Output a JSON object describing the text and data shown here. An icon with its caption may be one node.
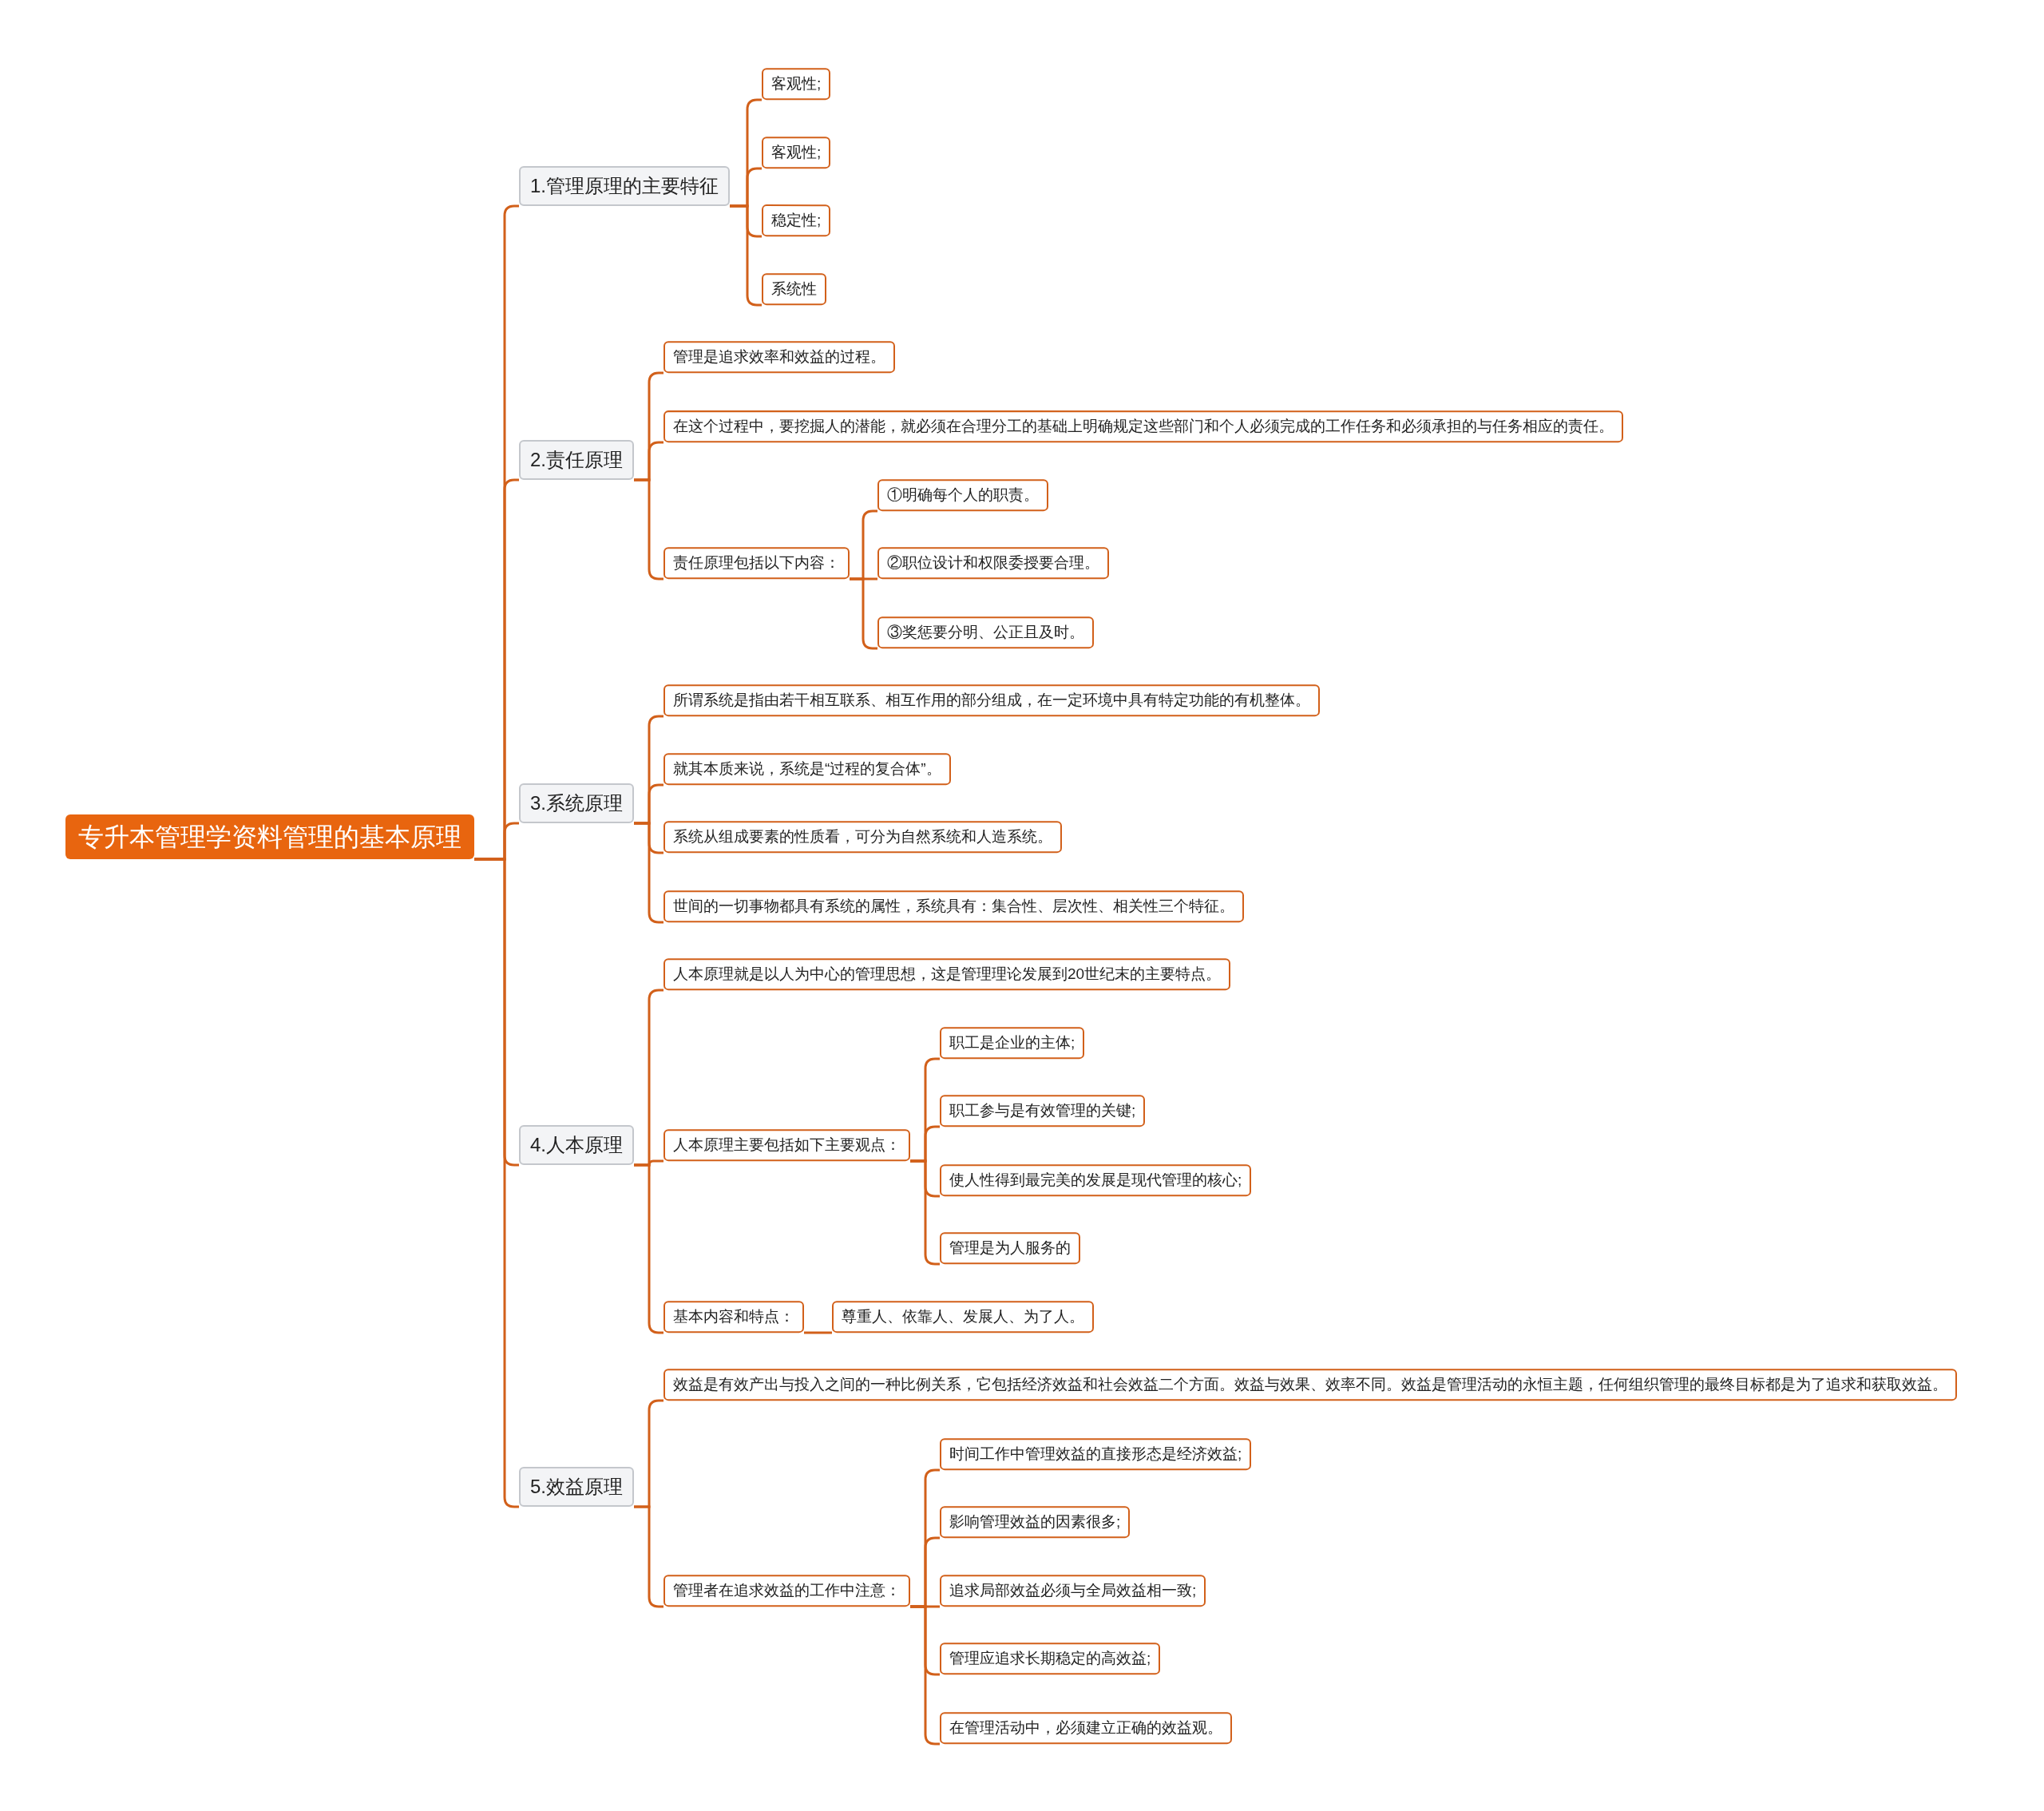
{
  "diagram": {
    "nodes": [
      {
        "text": [
          "专升本管理学资料管理的基本原理"
        ]
      },
      {
        "text": [
          "1.管理原理的主要特征"
        ]
      },
      {
        "text": [
          "客观性;"
        ]
      },
      {
        "text": [
          "客观性;"
        ]
      },
      {
        "text": [
          "稳定性;"
        ]
      },
      {
        "text": [
          "系统性"
        ]
      },
      {
        "text": [
          "2.责任原理"
        ]
      },
      {
        "text": [
          "管理是追求效率和效益的过程。"
        ]
      },
      {
        "text": [
          "在这个过程中，要挖掘人的潜能，就必须在合理分工的基础上明确规定这些部门和个人必须完成的工作任务和必须承担的与任务相应的责任。"
        ]
      },
      {
        "text": [
          "责任原理包括以下内容："
        ]
      },
      {
        "text": [
          "①明确每个人的职责。"
        ]
      },
      {
        "text": [
          "②职位设计和权限委授要合理。"
        ]
      },
      {
        "text": [
          "③奖惩要分明、公正且及时。"
        ]
      },
      {
        "text": [
          "3.系统原理"
        ]
      },
      {
        "text": [
          "所谓系统是指由若干相互联系、相互作用的部分组成，在一定环境中具有特定功能的有机整体。"
        ]
      },
      {
        "text": [
          "就其本质来说，系统是“过程的复合体”。"
        ]
      },
      {
        "text": [
          "系统从组成要素的性质看，可分为自然系统和人造系统。"
        ]
      },
      {
        "text": [
          "世间的一切事物都具有系统的属性，系统具有：集合性、层次性、相关性三个特征。"
        ]
      },
      {
        "text": [
          "4.人本原理"
        ]
      },
      {
        "text": [
          "人本原理就是以人为中心的管理思想，这是管理理论发展到20世纪末的主要特点。"
        ]
      },
      {
        "text": [
          "人本原理主要包括如下主要观点："
        ]
      },
      {
        "text": [
          "职工是企业的主体;"
        ]
      },
      {
        "text": [
          "职工参与是有效管理的关键;"
        ]
      },
      {
        "text": [
          "使人性得到最完美的发展是现代管理的核心;"
        ]
      },
      {
        "text": [
          "管理是为人服务的"
        ]
      },
      {
        "text": [
          "基本内容和特点："
        ]
      },
      {
        "text": [
          "尊重人、依靠人、发展人、为了人。"
        ]
      },
      {
        "text": [
          "5.效益原理"
        ]
      },
      {
        "text": [
          "效益是有效产出与投入之间的一种比例关系，它包括经济效益和社会效益二个方面。效益与效果、效率不同。效益是管理活动的永恒主题，任何组织管理的最终目标都是为了追求和获取效益。"
        ]
      },
      {
        "text": [
          "管理者在追求效益的工作中注意："
        ]
      },
      {
        "text": [
          "时间工作中管理效益的直接形态是经济效益;"
        ]
      },
      {
        "text": [
          "影响管理效益的因素很多;"
        ]
      },
      {
        "text": [
          "追求局部效益必须与全局效益相一致;"
        ]
      },
      {
        "text": [
          "管理应追求长期稳定的高效益;"
        ]
      },
      {
        "text": [
          "在管理活动中，必须建立正确的效益观。"
        ]
      }
    ],
    "edges": [
      {
        "from": 0,
        "to": 1,
        "arrow": "none"
      },
      {
        "from": 0,
        "to": 6,
        "arrow": "none"
      },
      {
        "from": 0,
        "to": 13,
        "arrow": "none"
      },
      {
        "from": 0,
        "to": 18,
        "arrow": "none"
      },
      {
        "from": 0,
        "to": 27,
        "arrow": "none"
      },
      {
        "from": 1,
        "to": 2,
        "arrow": "none"
      },
      {
        "from": 1,
        "to": 3,
        "arrow": "none"
      },
      {
        "from": 1,
        "to": 4,
        "arrow": "none"
      },
      {
        "from": 1,
        "to": 5,
        "arrow": "none"
      },
      {
        "from": 6,
        "to": 7,
        "arrow": "none"
      },
      {
        "from": 6,
        "to": 8,
        "arrow": "none"
      },
      {
        "from": 6,
        "to": 9,
        "arrow": "none"
      },
      {
        "from": 9,
        "to": 10,
        "arrow": "none"
      },
      {
        "from": 9,
        "to": 11,
        "arrow": "none"
      },
      {
        "from": 9,
        "to": 12,
        "arrow": "none"
      },
      {
        "from": 13,
        "to": 14,
        "arrow": "none"
      },
      {
        "from": 13,
        "to": 15,
        "arrow": "none"
      },
      {
        "from": 13,
        "to": 16,
        "arrow": "none"
      },
      {
        "from": 13,
        "to": 17,
        "arrow": "none"
      },
      {
        "from": 18,
        "to": 19,
        "arrow": "none"
      },
      {
        "from": 18,
        "to": 20,
        "arrow": "none"
      },
      {
        "from": 18,
        "to": 25,
        "arrow": "none"
      },
      {
        "from": 20,
        "to": 21,
        "arrow": "none"
      },
      {
        "from": 20,
        "to": 22,
        "arrow": "none"
      },
      {
        "from": 20,
        "to": 23,
        "arrow": "none"
      },
      {
        "from": 20,
        "to": 24,
        "arrow": "none"
      },
      {
        "from": 25,
        "to": 26,
        "arrow": "none"
      },
      {
        "from": 27,
        "to": 28,
        "arrow": "none"
      },
      {
        "from": 27,
        "to": 29,
        "arrow": "none"
      },
      {
        "from": 29,
        "to": 30,
        "arrow": "none"
      },
      {
        "from": 29,
        "to": 31,
        "arrow": "none"
      },
      {
        "from": 29,
        "to": 32,
        "arrow": "none"
      },
      {
        "from": 29,
        "to": 33,
        "arrow": "none"
      },
      {
        "from": 29,
        "to": 34,
        "arrow": "none"
      }
    ]
  }
}
